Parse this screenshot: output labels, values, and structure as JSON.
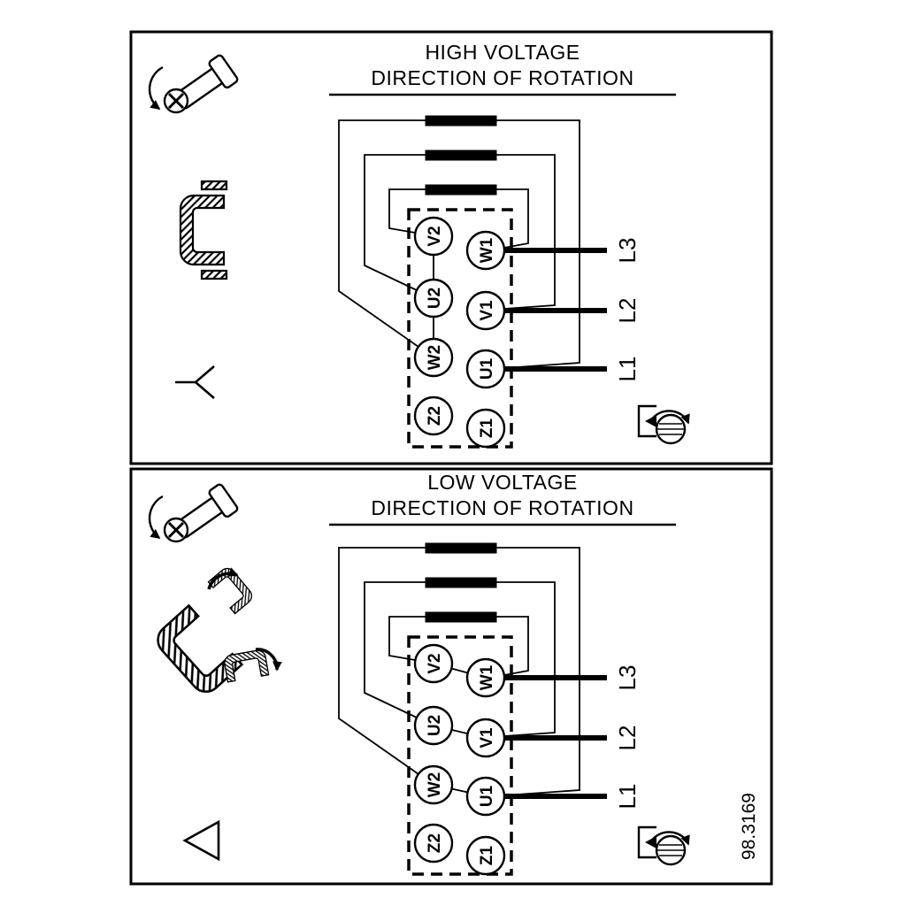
{
  "page": {
    "background": "#ffffff",
    "line_color": "#000000"
  },
  "figure_number": "98.3169",
  "panel1": {
    "title1": "HIGH VOLTAGE",
    "title2": "DIRECTION OF ROTATION",
    "connection_symbol": "star",
    "terminals_left": [
      "V2",
      "U2",
      "W2",
      "Z2"
    ],
    "terminals_right": [
      "W1",
      "V1",
      "U1",
      "Z1"
    ],
    "supply_lines": [
      "L3",
      "L2",
      "L1"
    ],
    "icons": [
      "screw-icon",
      "jumper-icon",
      "star-symbol-icon",
      "rotation-direction-icon"
    ]
  },
  "panel2": {
    "title1": "LOW VOLTAGE",
    "title2": "DIRECTION OF ROTATION",
    "connection_symbol": "delta",
    "terminals_left": [
      "V2",
      "U2",
      "W2",
      "Z2"
    ],
    "terminals_right": [
      "W1",
      "V1",
      "U1",
      "Z1"
    ],
    "supply_lines": [
      "L3",
      "L2",
      "L1"
    ],
    "icons": [
      "screw-icon",
      "jumpers-removed-icon",
      "delta-symbol-icon",
      "rotation-direction-icon"
    ]
  }
}
